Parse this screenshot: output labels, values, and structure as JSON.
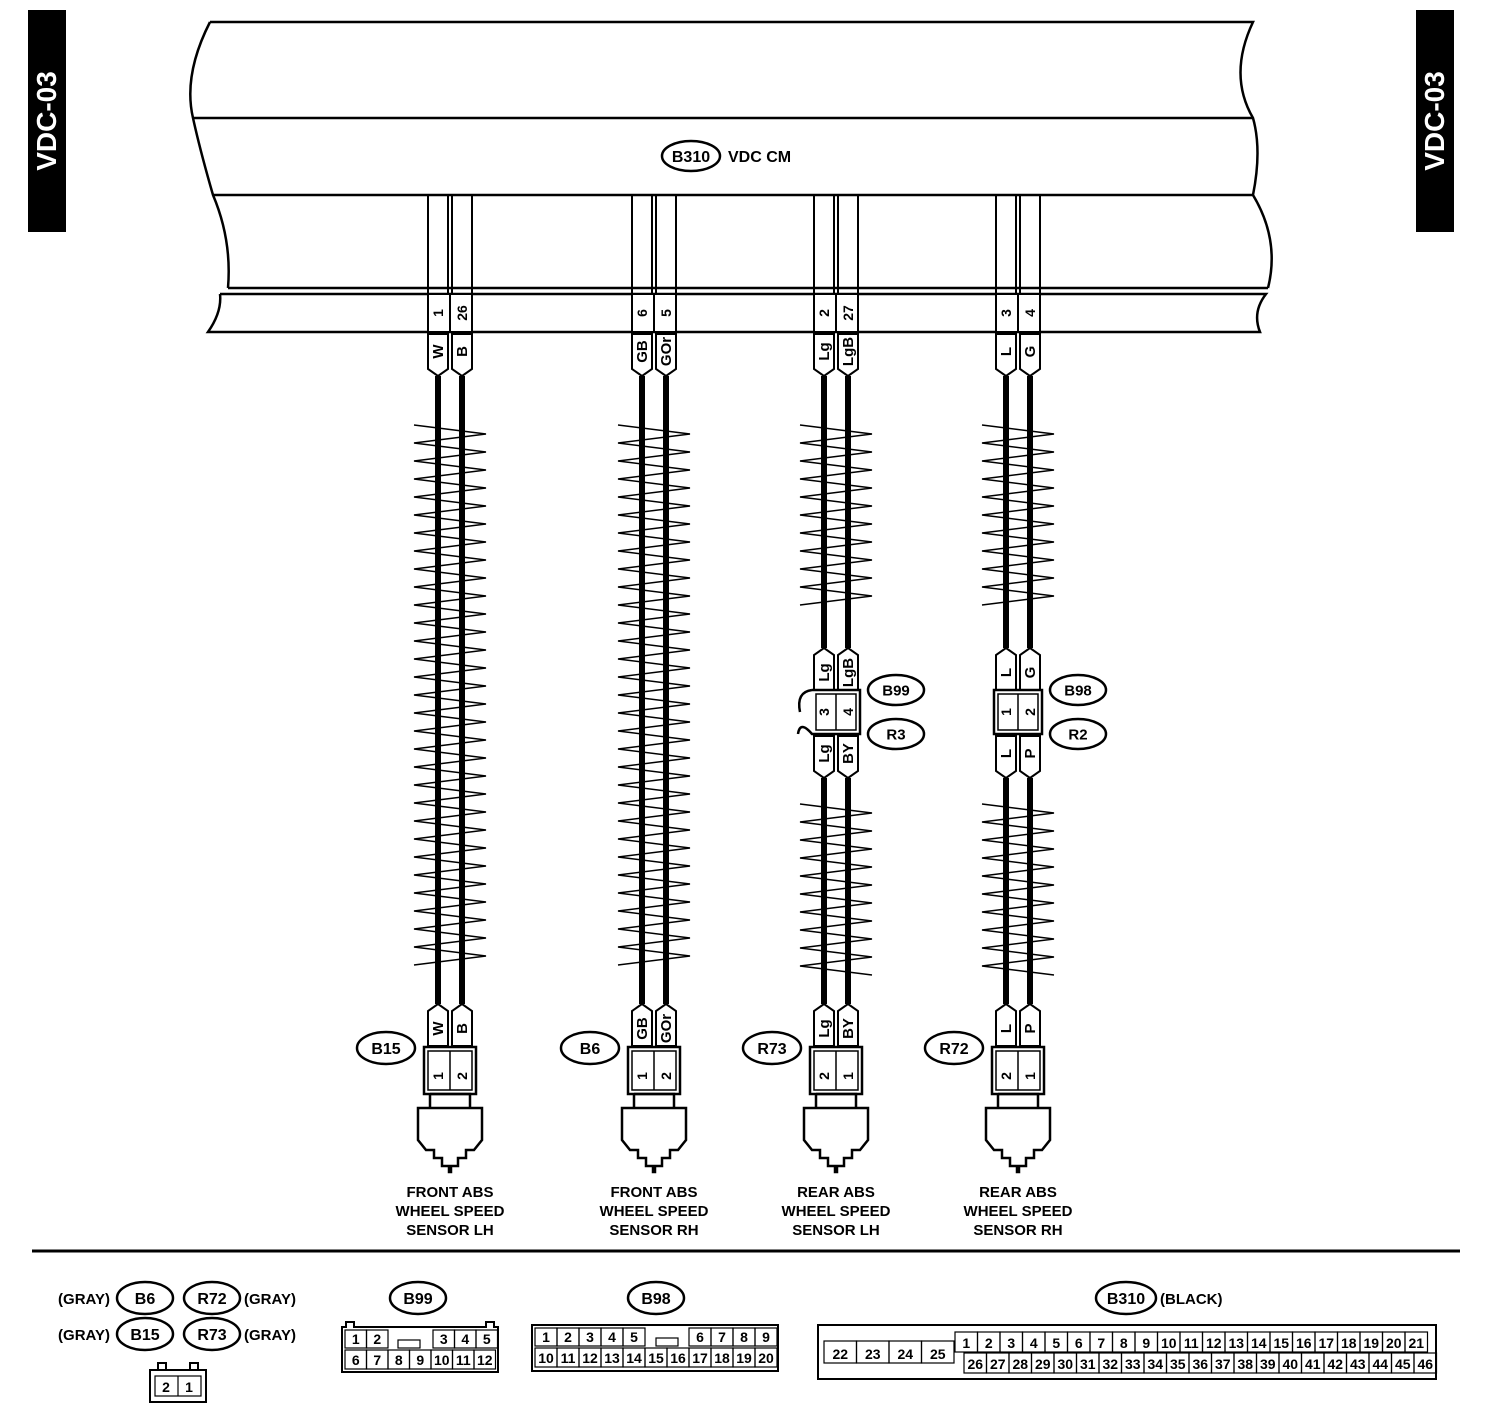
{
  "page_tag": "VDC-03",
  "control_module": {
    "code": "B310",
    "name": "VDC CM"
  },
  "circuits": [
    {
      "pins": [
        "1",
        "26"
      ],
      "wires": [
        "W",
        "B"
      ],
      "sensor_connector": "B15",
      "sensor_pins": [
        "1",
        "2"
      ],
      "sensor_wires": [
        "W",
        "B"
      ],
      "label": [
        "FRONT ABS",
        "WHEEL SPEED",
        "SENSOR LH"
      ]
    },
    {
      "pins": [
        "6",
        "5"
      ],
      "wires": [
        "GB",
        "GOr"
      ],
      "sensor_connector": "B6",
      "sensor_pins": [
        "1",
        "2"
      ],
      "sensor_wires": [
        "GB",
        "GOr"
      ],
      "label": [
        "FRONT ABS",
        "WHEEL SPEED",
        "SENSOR RH"
      ]
    },
    {
      "pins": [
        "2",
        "27"
      ],
      "wires": [
        "Lg",
        "LgB"
      ],
      "inline": {
        "top": "B99",
        "bottom": "R3",
        "pins": [
          "3",
          "4"
        ],
        "lower_wires": [
          "Lg",
          "BY"
        ]
      },
      "sensor_connector": "R73",
      "sensor_pins": [
        "2",
        "1"
      ],
      "sensor_wires": [
        "Lg",
        "BY"
      ],
      "label": [
        "REAR ABS",
        "WHEEL SPEED",
        "SENSOR LH"
      ]
    },
    {
      "pins": [
        "3",
        "4"
      ],
      "wires": [
        "L",
        "G"
      ],
      "inline": {
        "top": "B98",
        "bottom": "R2",
        "pins": [
          "1",
          "2"
        ],
        "lower_wires": [
          "L",
          "P"
        ]
      },
      "sensor_connector": "R72",
      "sensor_pins": [
        "2",
        "1"
      ],
      "sensor_wires": [
        "L",
        "P"
      ],
      "label": [
        "REAR ABS",
        "WHEEL SPEED",
        "SENSOR RH"
      ]
    }
  ],
  "legend": {
    "small_connectors": {
      "row1": [
        "(GRAY)",
        "B6",
        "R72",
        "(GRAY)"
      ],
      "row2": [
        "(GRAY)",
        "B15",
        "R73",
        "(GRAY)"
      ],
      "pins": [
        "2",
        "1"
      ]
    },
    "b99": {
      "code": "B99",
      "row1": [
        "1",
        "2",
        "3",
        "4",
        "5"
      ],
      "row2": [
        "6",
        "7",
        "8",
        "9",
        "10",
        "11",
        "12"
      ]
    },
    "b98": {
      "code": "B98",
      "row1": [
        "1",
        "2",
        "3",
        "4",
        "5",
        "6",
        "7",
        "8",
        "9"
      ],
      "row2": [
        "10",
        "11",
        "12",
        "13",
        "14",
        "15",
        "16",
        "17",
        "18",
        "19",
        "20"
      ]
    },
    "b310": {
      "code": "B310",
      "color": "(BLACK)",
      "left": [
        "22",
        "23",
        "24",
        "25"
      ],
      "row1": [
        "1",
        "2",
        "3",
        "4",
        "5",
        "6",
        "7",
        "8",
        "9",
        "10",
        "11",
        "12",
        "13",
        "14",
        "15",
        "16",
        "17",
        "18",
        "19",
        "20",
        "21"
      ],
      "row2": [
        "26",
        "27",
        "28",
        "29",
        "30",
        "31",
        "32",
        "33",
        "34",
        "35",
        "36",
        "37",
        "38",
        "39",
        "40",
        "41",
        "42",
        "43",
        "44",
        "45",
        "46"
      ]
    }
  }
}
